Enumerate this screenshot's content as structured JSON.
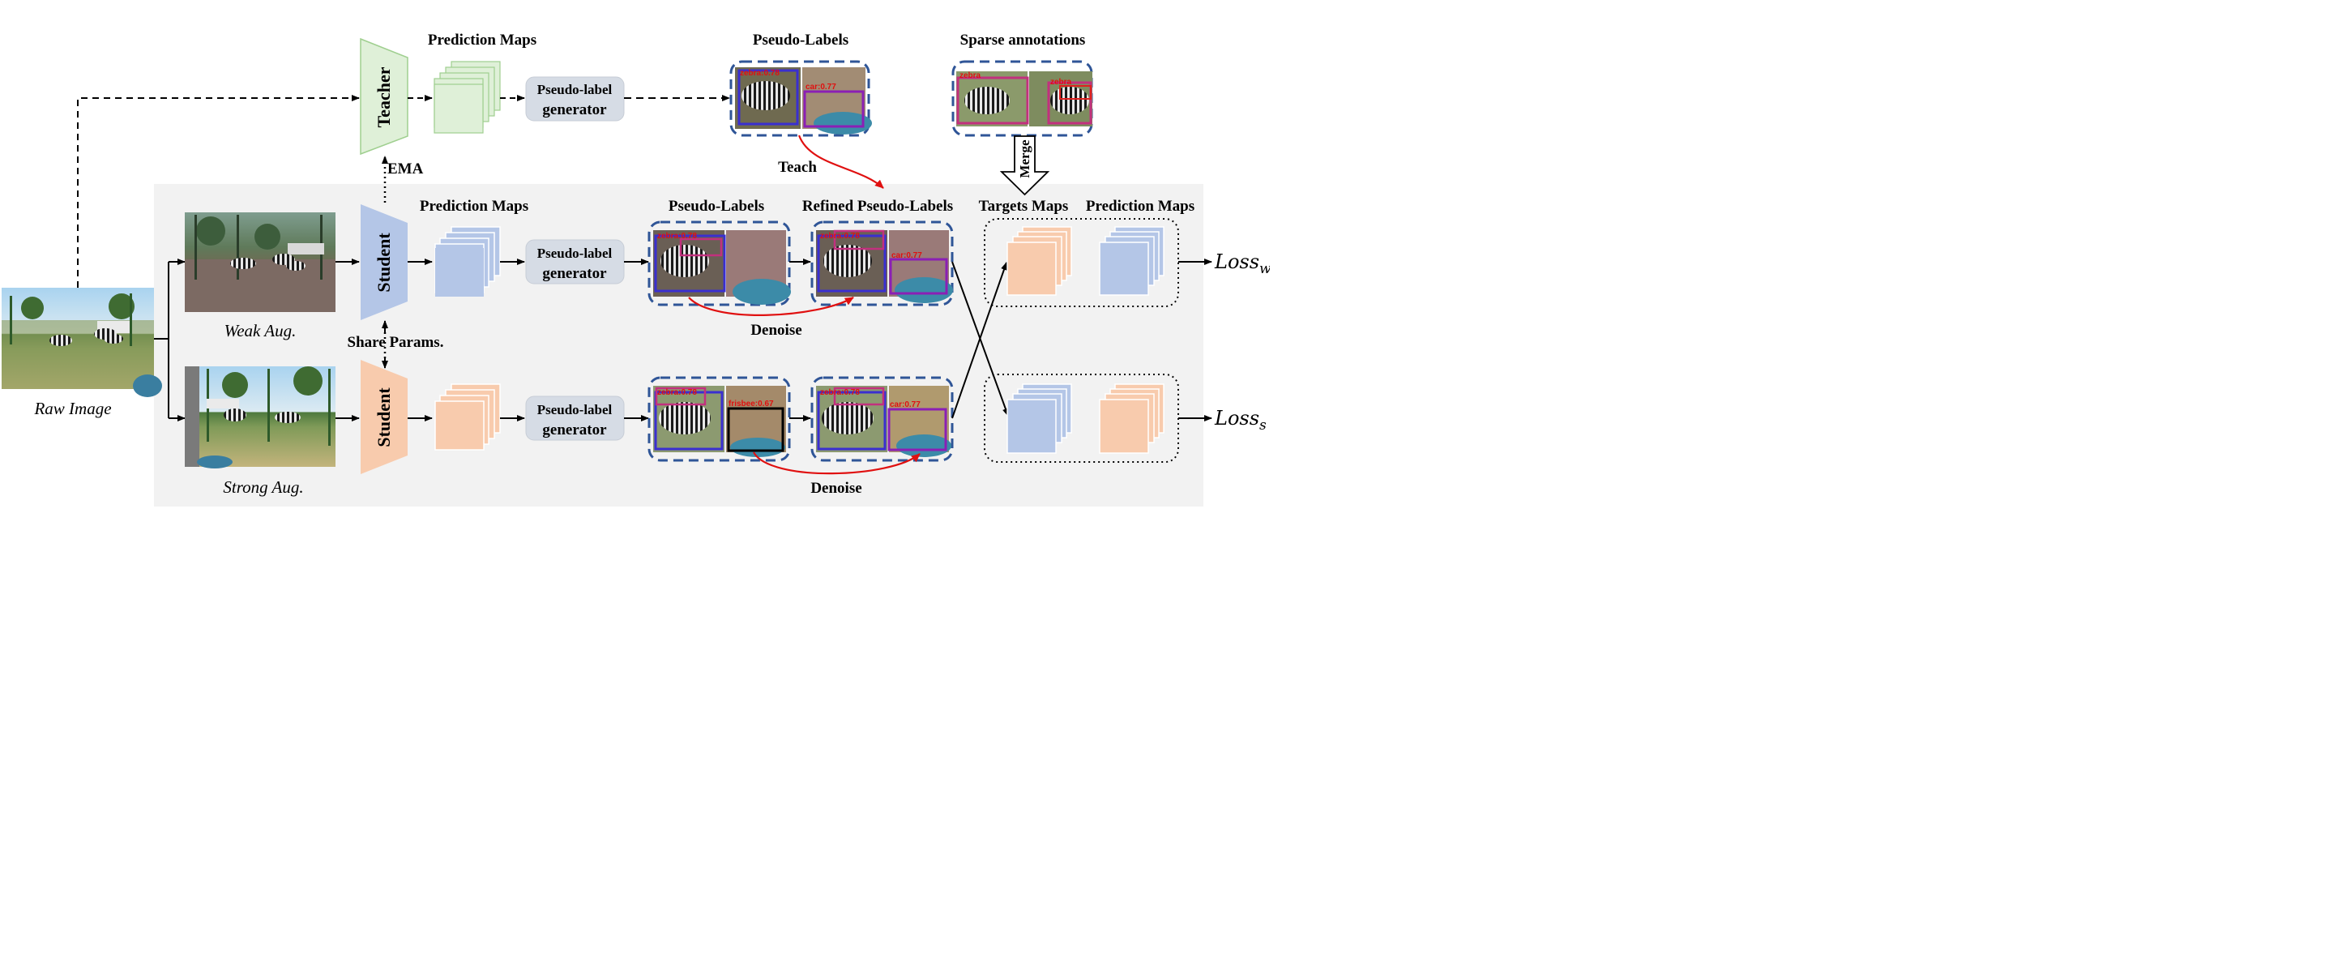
{
  "labels": {
    "teacher": "Teacher",
    "student": "Student",
    "prediction_maps": "Prediction Maps",
    "pseudo_labels": "Pseudo-Labels",
    "refined_pseudo_labels": "Refined Pseudo-Labels",
    "sparse_annotations": "Sparse annotations",
    "targets_maps": "Targets Maps",
    "generator_line1": "Pseudo-label",
    "generator_line2": "generator",
    "ema": "EMA",
    "teach": "Teach",
    "merge": "Merge",
    "denoise": "Denoise",
    "share_params": "Share Params.",
    "raw_image": "Raw Image",
    "weak_aug": "Weak Aug.",
    "strong_aug": "Strong Aug.",
    "loss_w_base": "Loss",
    "loss_w_sub": "w",
    "loss_s_base": "Loss",
    "loss_s_sub": "s"
  },
  "detections": {
    "car": "car:0.77",
    "zebra": "zebra:0.78",
    "frisbee": "frisbee:0.67",
    "zebra_short": "zebra"
  },
  "colors": {
    "teacher_fill": "#dff0d8",
    "teacher_stroke": "#9fcf8f",
    "student_weak_fill": "#b4c6e7",
    "student_strong_fill": "#f8cbad",
    "generator_fill": "#d6dce5",
    "panel_bg": "#f2f2f2",
    "dashed_box": "#2f5597",
    "red_arrow": "#e01010"
  },
  "icons": {
    "teacher": "trapezoid-network-icon",
    "student": "trapezoid-network-icon",
    "maps": "stacked-squares-icon",
    "merge": "hollow-down-arrow-icon"
  }
}
